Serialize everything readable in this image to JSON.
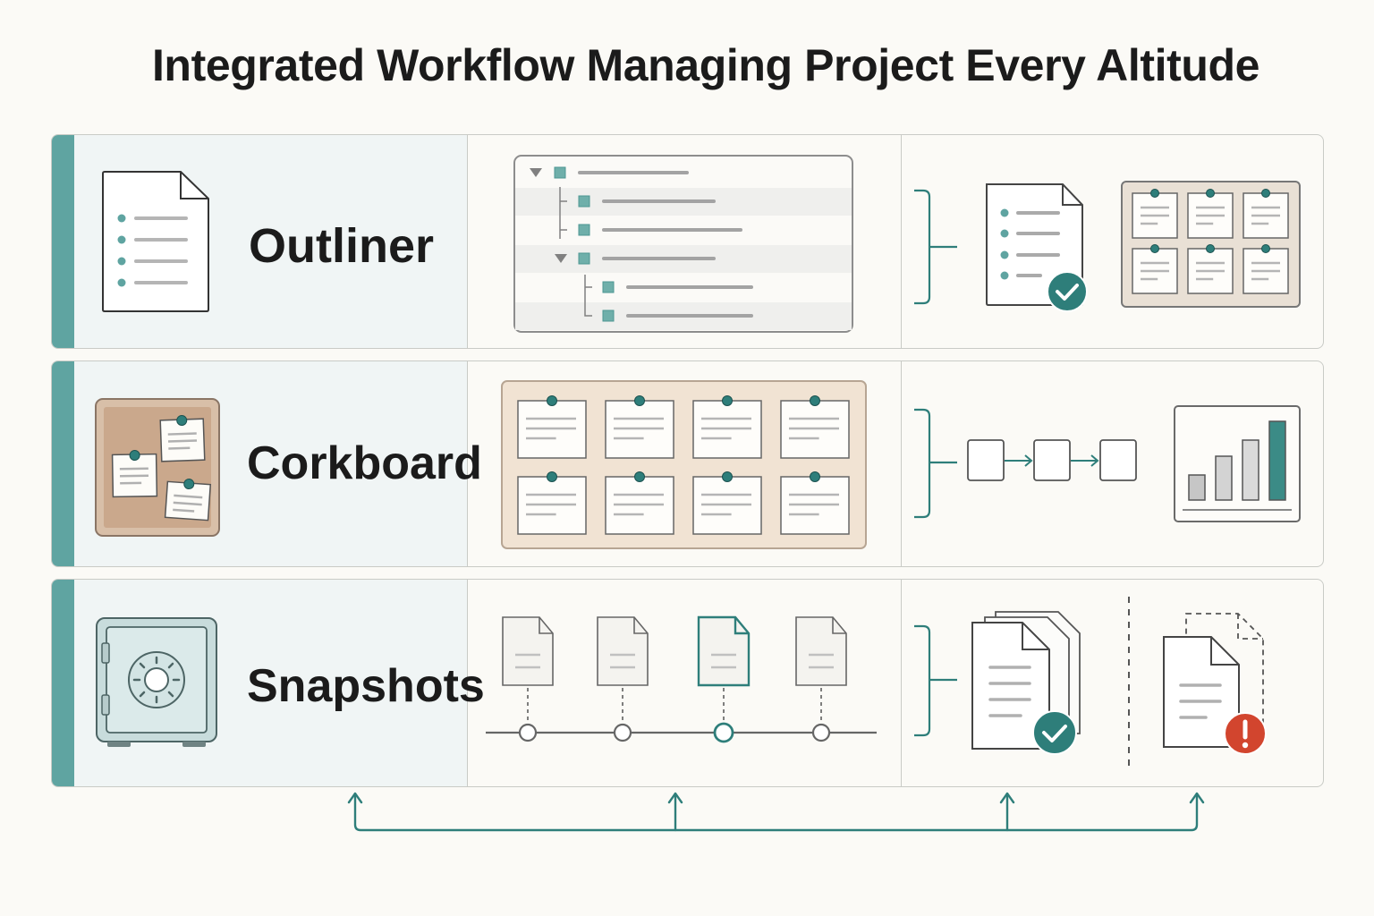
{
  "title": "Integrated Workflow Managing Project Every Altitude",
  "rows": [
    {
      "label": "Outliner",
      "icon": "document-list-icon"
    },
    {
      "label": "Corkboard",
      "icon": "corkboard-icon"
    },
    {
      "label": "Snapshots",
      "icon": "safe-vault-icon"
    }
  ],
  "colors": {
    "accent": "#2e7e7a",
    "stripe": "#5fa4a1",
    "cork": "#e7d6c2",
    "alert": "#d2452e",
    "outline": "#4a4a4a"
  }
}
